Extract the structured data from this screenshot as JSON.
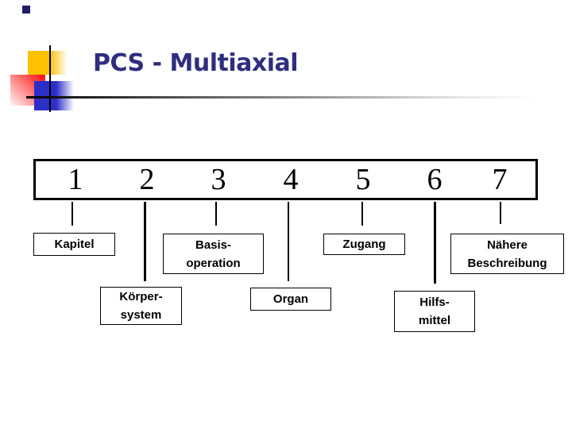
{
  "slide": {
    "title": "PCS - Multiaxial"
  },
  "diagram": {
    "numbers": [
      "1",
      "2",
      "3",
      "4",
      "5",
      "6",
      "7"
    ],
    "labels": [
      {
        "for": "1",
        "line1": "Kapitel"
      },
      {
        "for": "2",
        "line1": "Körper-",
        "line2": "system"
      },
      {
        "for": "3",
        "line1": "Basis-",
        "line2": "operation"
      },
      {
        "for": "4",
        "line1": "Organ"
      },
      {
        "for": "5",
        "line1": "Zugang"
      },
      {
        "for": "6",
        "line1": "Hilfs-",
        "line2": "mittel"
      },
      {
        "for": "7",
        "line1": "Nähere",
        "line2": "Beschreibung"
      }
    ]
  },
  "colors": {
    "title_text": "#2e2e80",
    "logo_yellow": "#ffc000",
    "logo_red": "#fb1d1d",
    "logo_blue": "#2d2dc8",
    "diagram_lines": "#000000",
    "background": "#ffffff"
  }
}
